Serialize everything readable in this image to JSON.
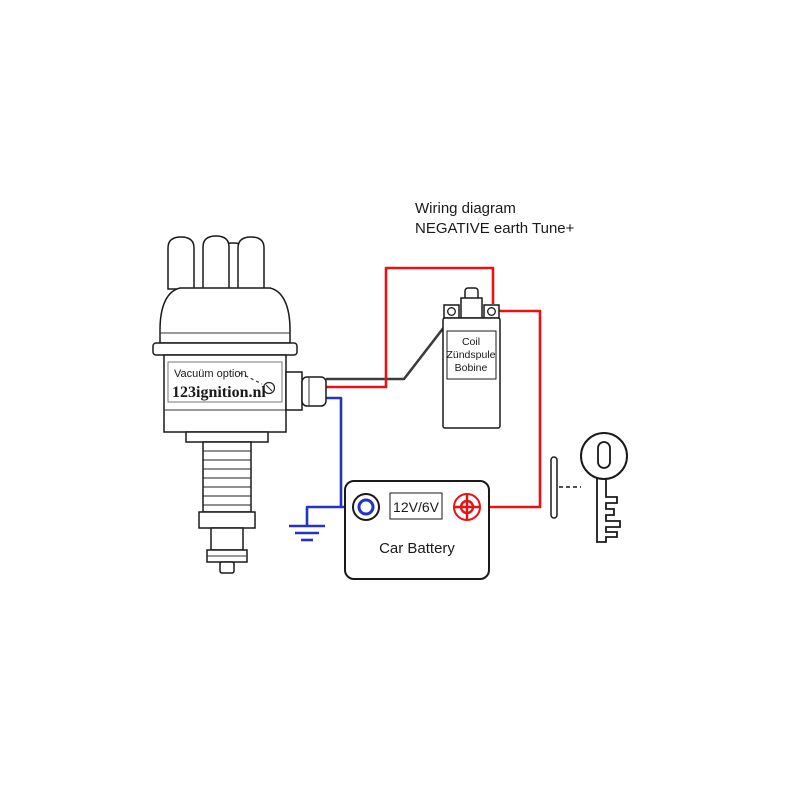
{
  "diagram": {
    "title_line1": "Wiring diagram",
    "title_line2": "NEGATIVE earth Tune+"
  },
  "distributor": {
    "vacuum_label": "Vacuüm option",
    "brand": "123ignition.nl"
  },
  "coil": {
    "label_line1": "Coil",
    "label_line2": "Zündspule",
    "label_line3": "Bobine"
  },
  "battery": {
    "voltage": "12V/6V",
    "name": "Car Battery"
  },
  "colors": {
    "red_wire": "#e81212",
    "blue_wire": "#2433c4",
    "black_wire": "#3c3c3c"
  }
}
